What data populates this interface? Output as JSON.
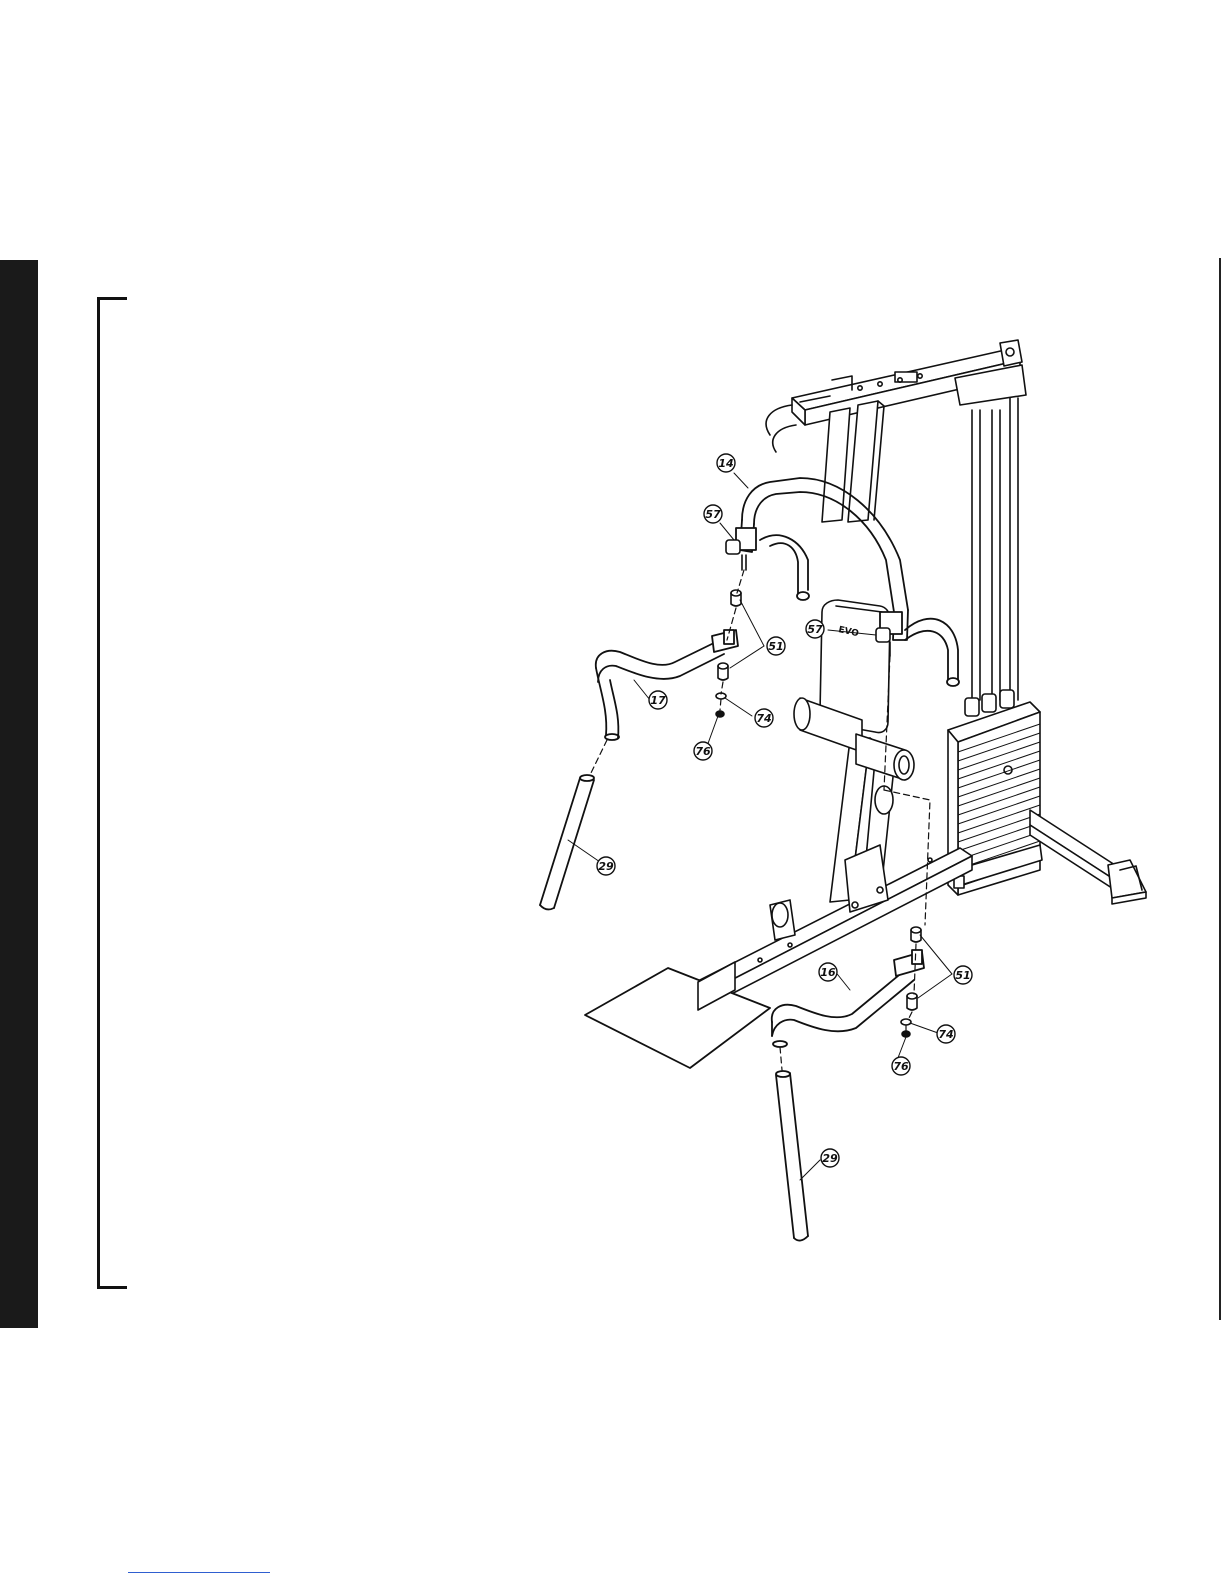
{
  "colors": {
    "ink": "#111111",
    "tab": "#1a1a1a",
    "link": "#2f5fd0",
    "paper": "#ffffff"
  },
  "callouts": [
    {
      "id": "c14",
      "label": "14"
    },
    {
      "id": "c57a",
      "label": "57"
    },
    {
      "id": "c57b",
      "label": "57"
    },
    {
      "id": "c51a",
      "label": "51"
    },
    {
      "id": "c17",
      "label": "17"
    },
    {
      "id": "c74a",
      "label": "74"
    },
    {
      "id": "c76a",
      "label": "76"
    },
    {
      "id": "c29a",
      "label": "29"
    },
    {
      "id": "c16",
      "label": "16"
    },
    {
      "id": "c51b",
      "label": "51"
    },
    {
      "id": "c74b",
      "label": "74"
    },
    {
      "id": "c76b",
      "label": "76"
    },
    {
      "id": "c29b",
      "label": "29"
    }
  ],
  "decal_text": "EVO"
}
